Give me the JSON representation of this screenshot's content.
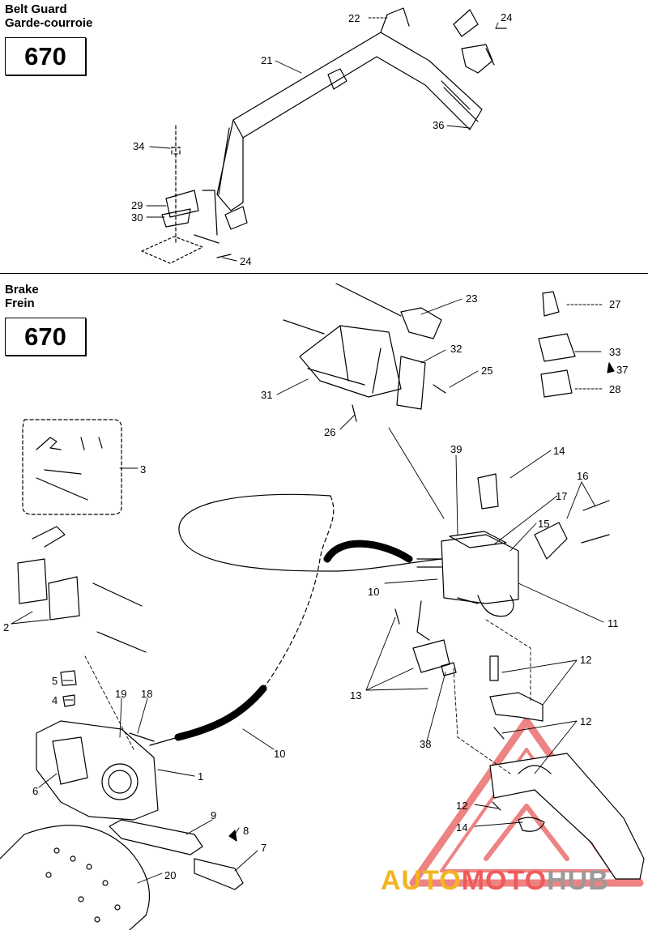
{
  "sections": {
    "belt_guard": {
      "title_en": "Belt Guard",
      "title_fr": "Garde-courroie",
      "model": "670"
    },
    "brake": {
      "title_en": "Brake",
      "title_fr": "Frein",
      "model": "670"
    }
  },
  "callouts": {
    "c22": "22",
    "c24a": "24",
    "c21": "21",
    "c36": "36",
    "c34": "34",
    "c29": "29",
    "c30": "30",
    "c24b": "24",
    "c23": "23",
    "c27": "27",
    "c32": "32",
    "c33": "33",
    "c37": "37",
    "c25": "25",
    "c31": "31",
    "c28": "28",
    "c26": "26",
    "c3": "3",
    "c39": "39",
    "c14a": "14",
    "c16": "16",
    "c17": "17",
    "c15": "15",
    "c10a": "10",
    "c11": "11",
    "c2": "2",
    "c12a": "12",
    "c13": "13",
    "c5": "5",
    "c4": "4",
    "c19": "19",
    "c18": "18",
    "c38": "38",
    "c12b": "12",
    "c10b": "10",
    "c6": "6",
    "c1": "1",
    "c12c": "12",
    "c9": "9",
    "c8": "8",
    "c14b": "14",
    "c7": "7",
    "c20": "20"
  },
  "watermark": {
    "part1": "AUTO",
    "part2": "MOTO",
    "part3": "HUB",
    "color1": "#f3b51f",
    "color2": "#ef5a5a",
    "color3": "#9a9a9a"
  }
}
